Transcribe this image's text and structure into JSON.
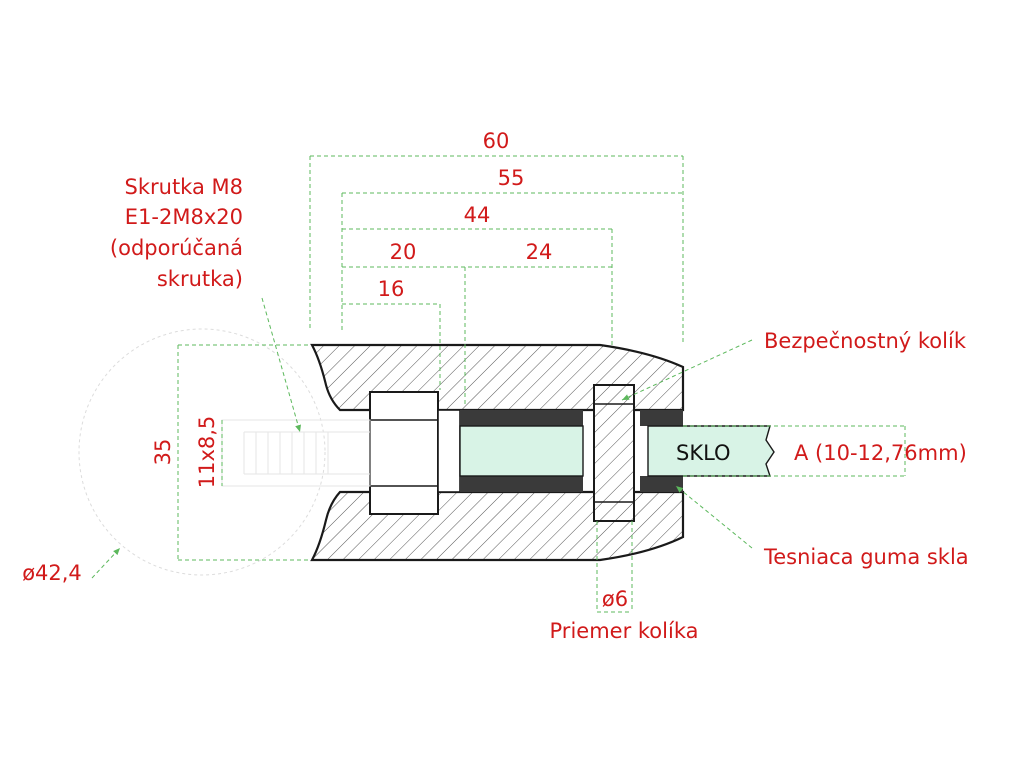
{
  "dimensions": {
    "d60": "60",
    "d55": "55",
    "d44": "44",
    "d20": "20",
    "d24": "24",
    "d16": "16",
    "d35": "35",
    "d11x85": "11x8,5",
    "d42": "ø42,4",
    "d6": "ø6"
  },
  "labels": {
    "screw": [
      "Skrutka M8",
      "E1-2M8x20",
      "(odporúčaná",
      "skrutka)"
    ],
    "pin": "Bezpečnostný kolík",
    "glass": "SKLO",
    "glass_thickness": "A (10-12,76mm)",
    "seal": "Tesniaca guma skla",
    "pin_diameter": "Priemer kolíka"
  },
  "colors": {
    "dimension_text": "#d11a1a",
    "dimension_lines": "#5cb85c",
    "glass_fill": "#d8f3e6",
    "rubber_fill": "#3a3a3a",
    "outline": "#1a1a1a"
  }
}
